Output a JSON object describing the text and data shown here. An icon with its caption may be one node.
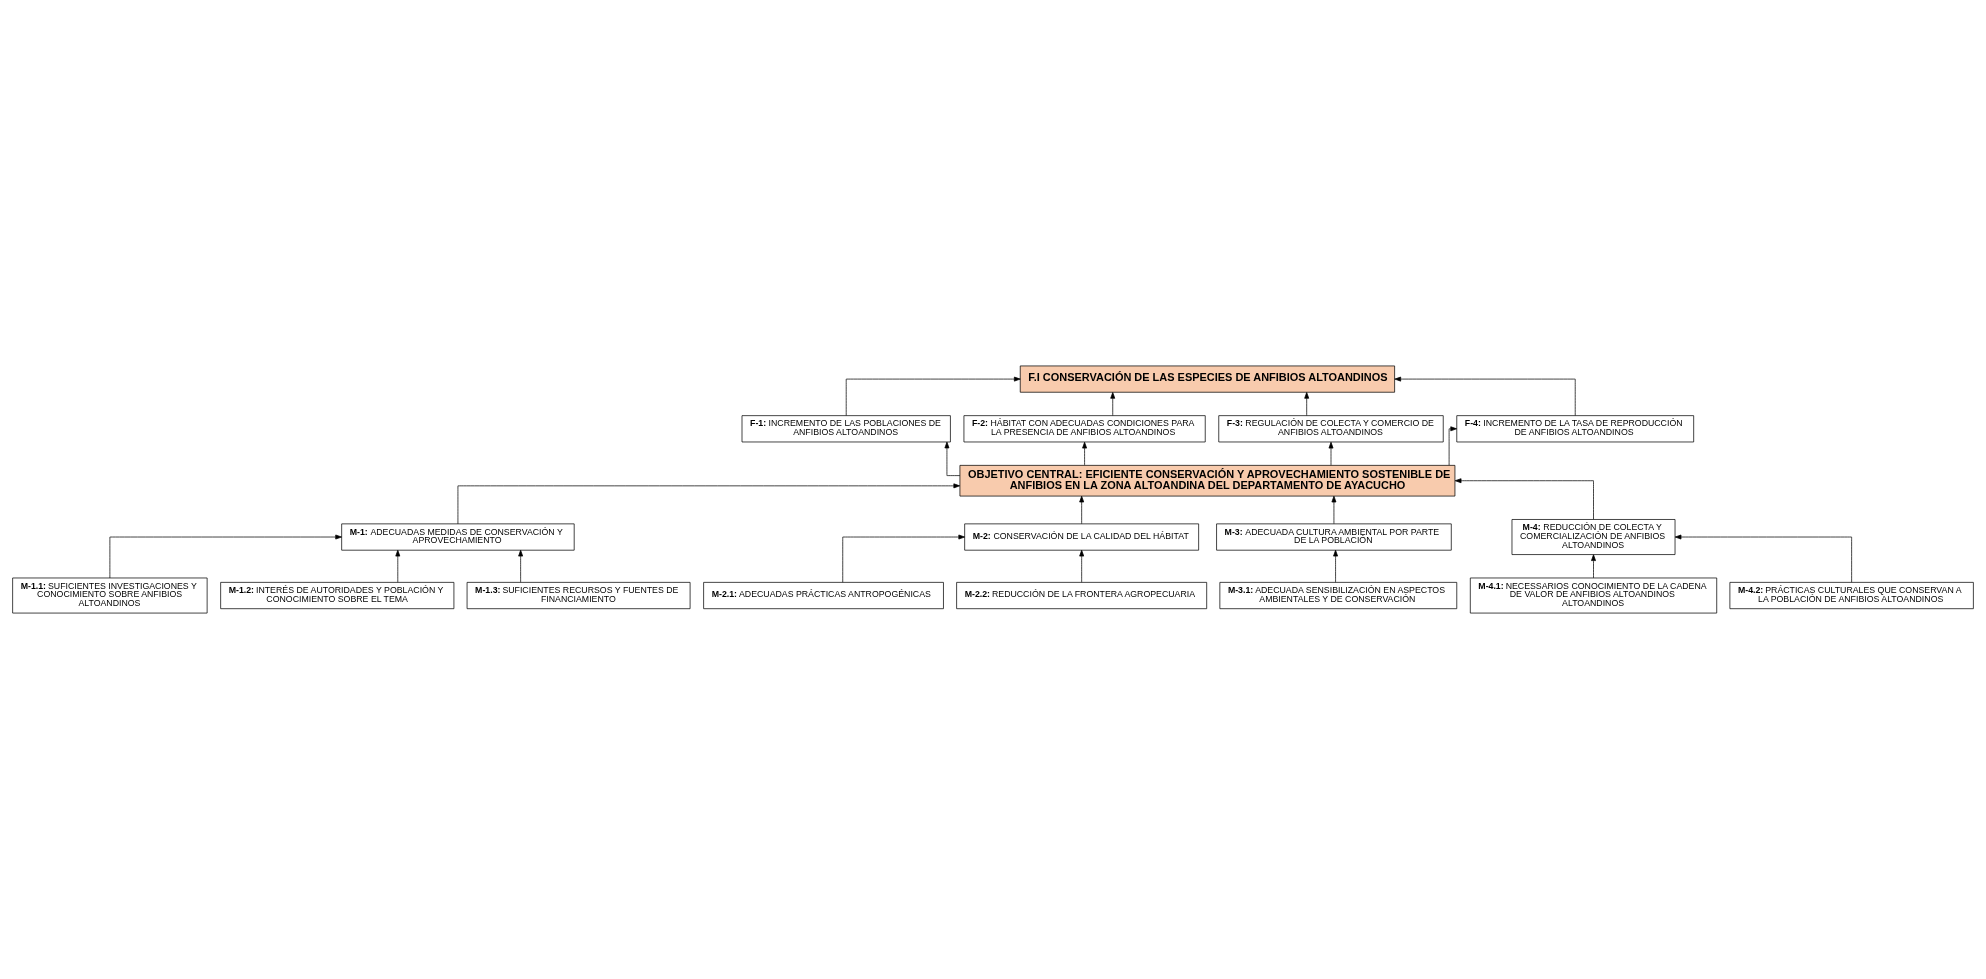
{
  "diagram": {
    "nodes": [
      {
        "text": [
          "F.I CONSERVACIÓN DE LAS ESPECIES DE ANFIBIOS ALTOANDINOS"
        ]
      },
      {
        "text": [
          "F-1:",
          "INCREMENTO DE LAS POBLACIONES DE ANFIBIOS ALTOANDINOS"
        ]
      },
      {
        "text": [
          "F-2:",
          "HÁBITAT CON ADECUADAS CONDICIONES PARA LA PRESENCIA DE ANFIBIOS ALTOANDINOS"
        ]
      },
      {
        "text": [
          "F-3:",
          "REGULACIÓN DE COLECTA Y COMERCIO DE ANFIBIOS ALTOANDINOS"
        ]
      },
      {
        "text": [
          "F-4:",
          "INCREMENTO DE LA TASA DE REPRODUCCIÓN DE ANFIBIOS ALTOANDINOS"
        ]
      },
      {
        "text": [
          "OBJETIVO CENTRAL: EFICIENTE CONSERVACIÓN Y APROVECHAMIENTO SOSTENIBLE DE ANFIBIOS EN LA ZONA ALTOANDINA DEL DEPARTAMENTO DE AYACUCHO"
        ]
      },
      {
        "text": [
          "M-1:",
          "ADECUADAS MEDIDAS DE CONSERVACIÓN Y APROVECHAMIENTO"
        ]
      },
      {
        "text": [
          "M-1.1:",
          "SUFICIENTES INVESTIGACIONES Y CONOCIMIENTO SOBRE ANFIBIOS ALTOANDINOS"
        ]
      },
      {
        "text": [
          "M-1.2:",
          "INTERÉS DE AUTORIDADES Y POBLACIÓN Y CONOCIMIENTO SOBRE EL TEMA"
        ]
      },
      {
        "text": [
          "M-1.3:",
          "SUFICIENTES RECURSOS Y FUENTES DE FINANCIAMIENTO"
        ]
      },
      {
        "text": [
          "M-2:",
          "CONSERVACIÓN DE LA CALIDAD DEL HÁBITAT"
        ]
      },
      {
        "text": [
          "M-2.1:",
          "ADECUADAS PRÁCTICAS ANTROPOGÉNICAS"
        ]
      },
      {
        "text": [
          "M-2.2:",
          "REDUCCIÓN DE LA FRONTERA AGROPECUARIA"
        ]
      },
      {
        "text": [
          "M-3:",
          "ADECUADA CULTURA AMBIENTAL POR PARTE DE LA POBLACIÓN"
        ]
      },
      {
        "text": [
          "M-3.1:",
          "ADECUADA SENSIBILIZACIÓN EN ASPECTOS AMBIENTALES Y DE CONSERVACIÓN"
        ]
      },
      {
        "text": [
          "M-4:",
          "REDUCCIÓN DE COLECTA Y COMERCIALIZACIÓN DE ANFIBIOS ALTOANDINOS"
        ]
      },
      {
        "text": [
          "M-4.1:",
          "NECESSARIOS CONOCIMIENTO DE LA CADENA DE VALOR DE ANFIBIOS ALTOANDINOS ALTOANDINOS"
        ]
      },
      {
        "text": [
          "M-4.2:",
          "PRÁCTICAS CULTURALES QUE CONSERVAN A LA POBLACIÓN DE ANFIBIOS ALTOANDINOS"
        ]
      }
    ],
    "edges": [
      {
        "from": 1,
        "to": 0,
        "arrow": "to"
      },
      {
        "from": 2,
        "to": 0,
        "arrow": "to"
      },
      {
        "from": 3,
        "to": 0,
        "arrow": "to"
      },
      {
        "from": 4,
        "to": 0,
        "arrow": "to"
      },
      {
        "from": 5,
        "to": 1,
        "arrow": "to"
      },
      {
        "from": 5,
        "to": 2,
        "arrow": "to"
      },
      {
        "from": 5,
        "to": 3,
        "arrow": "to"
      },
      {
        "from": 5,
        "to": 4,
        "arrow": "to"
      },
      {
        "from": 6,
        "to": 5,
        "arrow": "to"
      },
      {
        "from": 10,
        "to": 5,
        "arrow": "to"
      },
      {
        "from": 13,
        "to": 5,
        "arrow": "to"
      },
      {
        "from": 15,
        "to": 5,
        "arrow": "to"
      },
      {
        "from": 7,
        "to": 6,
        "arrow": "to"
      },
      {
        "from": 8,
        "to": 6,
        "arrow": "to"
      },
      {
        "from": 9,
        "to": 6,
        "arrow": "to"
      },
      {
        "from": 11,
        "to": 10,
        "arrow": "to"
      },
      {
        "from": 12,
        "to": 10,
        "arrow": "to"
      },
      {
        "from": 14,
        "to": 13,
        "arrow": "to"
      },
      {
        "from": 16,
        "to": 15,
        "arrow": "to"
      },
      {
        "from": 17,
        "to": 15,
        "arrow": "to"
      }
    ]
  }
}
